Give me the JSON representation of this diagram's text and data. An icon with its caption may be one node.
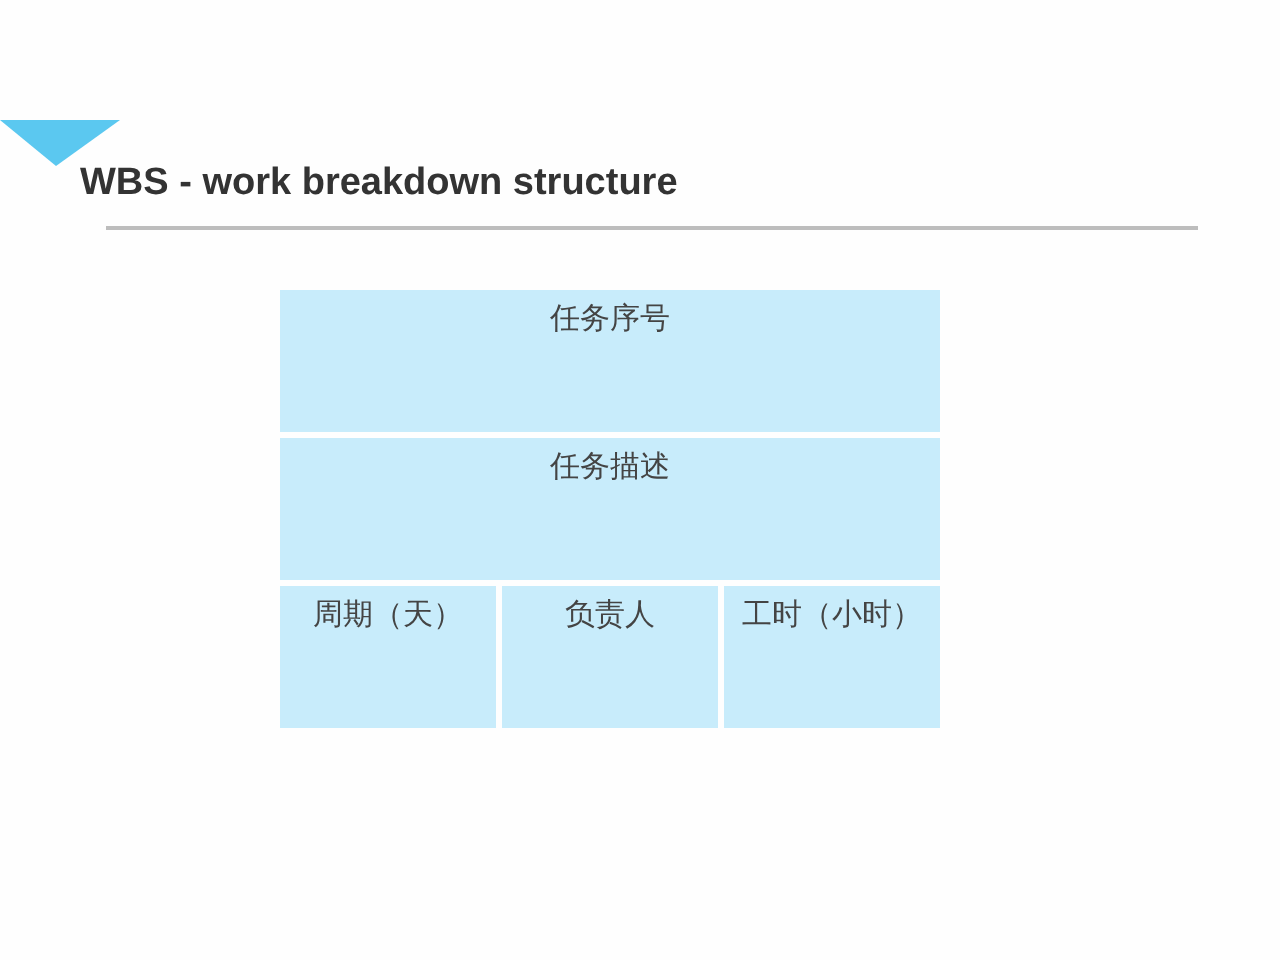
{
  "diagram": {
    "title": "WBS - work breakdown structure",
    "nodes": [
      {
        "text": [
          "任务序号"
        ]
      },
      {
        "text": [
          "任务描述"
        ]
      },
      {
        "text": [
          "周期（天）"
        ]
      },
      {
        "text": [
          "负责人"
        ]
      },
      {
        "text": [
          "工时（小时）"
        ]
      }
    ]
  }
}
